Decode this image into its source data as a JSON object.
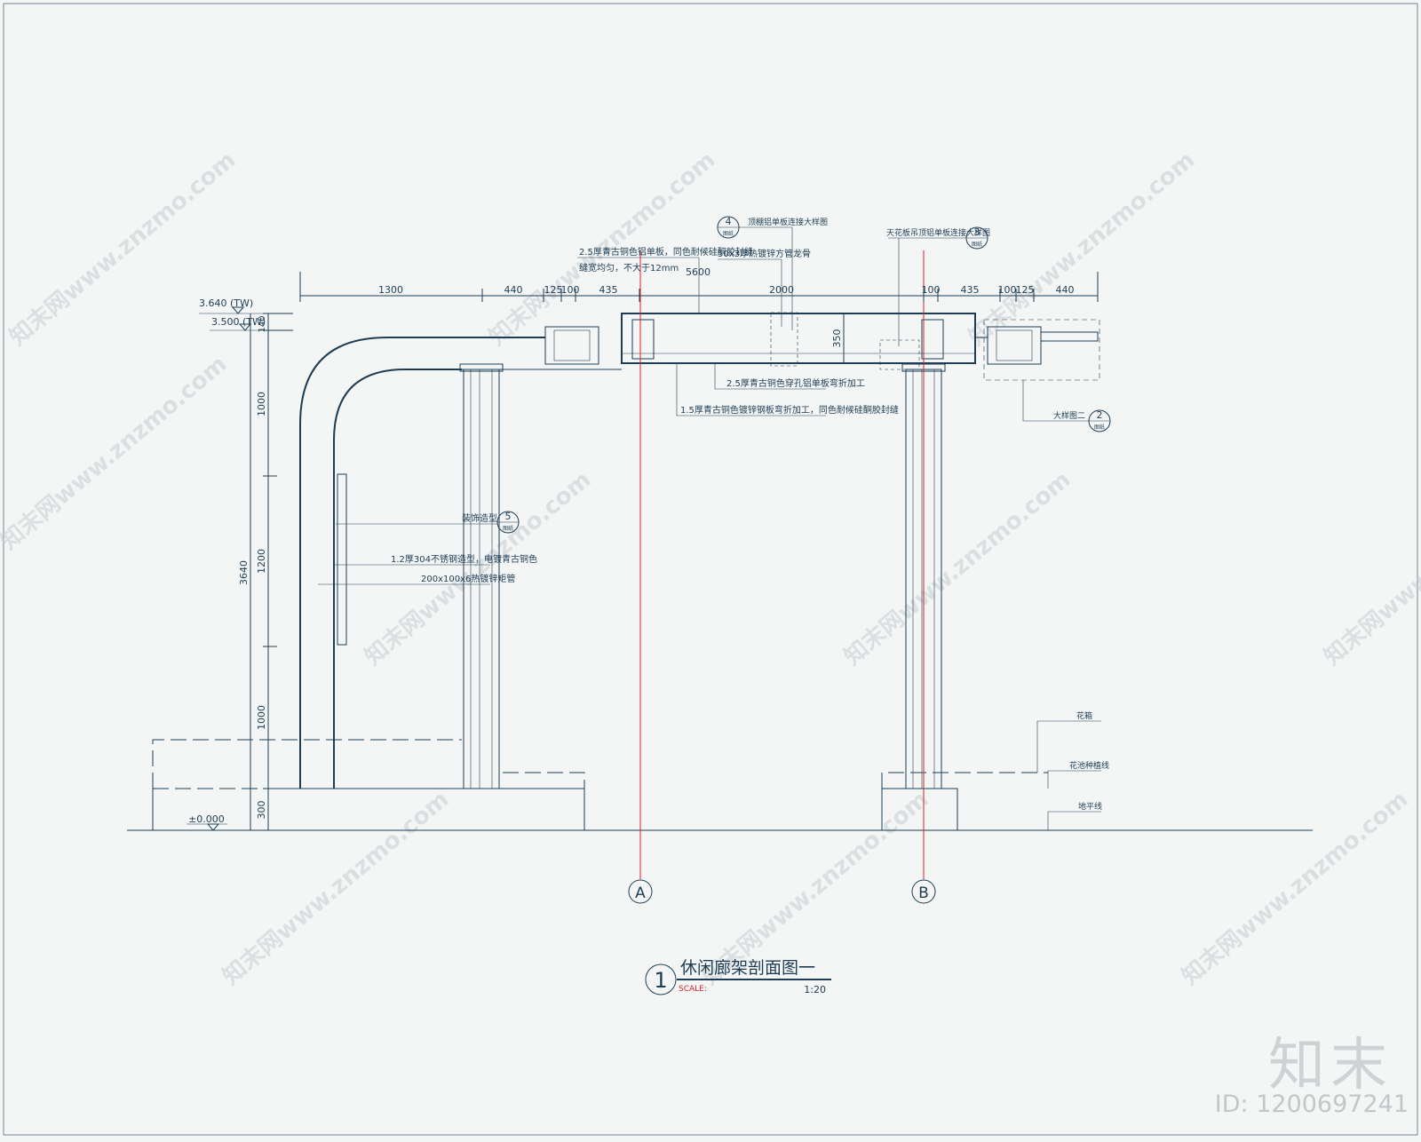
{
  "drawing": {
    "title": "休闲廊架剖面图一",
    "title_number": "1",
    "scale_label": "SCALE:",
    "scale_value": "1:20"
  },
  "levels": {
    "top_wall": "3.640 (TW)",
    "beam_bottom": "3.500 (TW)",
    "ground": "±0.000"
  },
  "dims_top": {
    "overall": "5600",
    "segments": [
      "1300",
      "440",
      "125",
      "100",
      "435",
      "2000",
      "100",
      "435",
      "100",
      "125",
      "440"
    ]
  },
  "dims_left": {
    "total": "3640",
    "segments": [
      "140",
      "1000",
      "1200",
      "1000",
      "300"
    ]
  },
  "dim_beam_depth": "350",
  "annotations": {
    "panel_note_1": "2.5厚青古铜色铝单板，同色耐候硅酮胶封缝",
    "panel_note_2": "缝宽均匀，不大于12mm",
    "tube_note": "50x3厚热镀锌方管龙骨",
    "perforated_note": "2.5厚青古铜色穿孔铝单板弯折加工",
    "steel_plate_note": "1.5厚青古铜色镀锌钢板弯折加工，同色耐候硅酮胶封缝",
    "decor_note": "装饰造型",
    "stainless_note": "1.2厚304不锈钢造型，电镀青古铜色",
    "column_note": "200x100x6热镀锌矩管",
    "detail4_note": "顶棚铝单板连接大样图",
    "detail3_note": "天花板吊顶铝单板连接大样图",
    "detail2_note": "大样图二",
    "planter": "花箱",
    "planter_line": "花池种植线",
    "ground_line": "地平线"
  },
  "detail_marks": {
    "d4_num": "4",
    "d3_num": "3",
    "d2_num": "2",
    "d5_num": "5",
    "sheet": "图纸"
  },
  "grid_axes": [
    "A",
    "B"
  ],
  "watermark": {
    "text": "知末网www.znzmo.com",
    "brand": "知末",
    "id": "ID: 1200697241"
  },
  "colors": {
    "line": "#1e3d55",
    "axis": "#d8232a",
    "background": "#f3f6f5"
  }
}
